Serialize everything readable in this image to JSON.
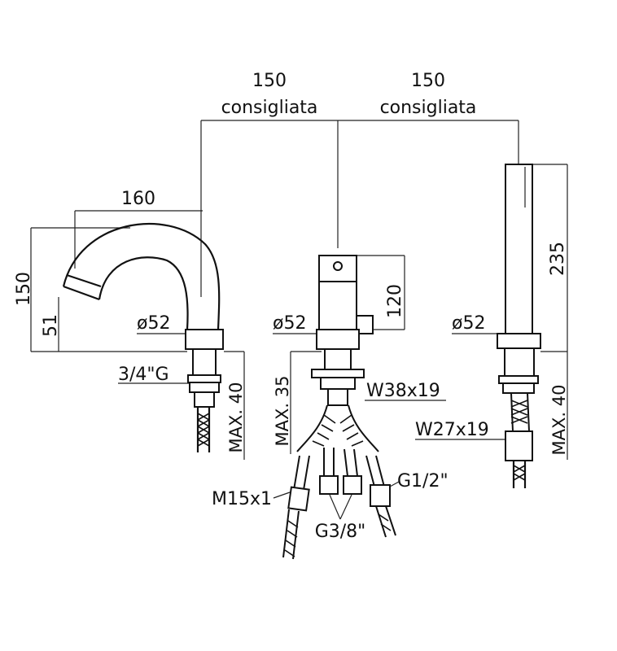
{
  "dimensions": {
    "left_spacing_value": "150",
    "left_spacing_note": "consigliata",
    "right_spacing_value": "150",
    "right_spacing_note": "consigliata",
    "spout_reach": "160",
    "spout_height": "150",
    "spout_outlet_height": "51",
    "spout_base_diameter": "ø52",
    "spout_thread": "3/4\"G",
    "spout_max_deck": "MAX. 40",
    "mixer_height": "120",
    "mixer_base_diameter": "ø52",
    "mixer_max_deck": "MAX. 35",
    "mixer_nut": "W38x19",
    "hose_thread_m": "M15x1",
    "hose_thread_g38": "G3/8\"",
    "hose_thread_g12": "G1/2\"",
    "shower_height": "235",
    "shower_base_diameter": "ø52",
    "shower_nut": "W27x19",
    "shower_max_deck": "MAX. 40"
  }
}
